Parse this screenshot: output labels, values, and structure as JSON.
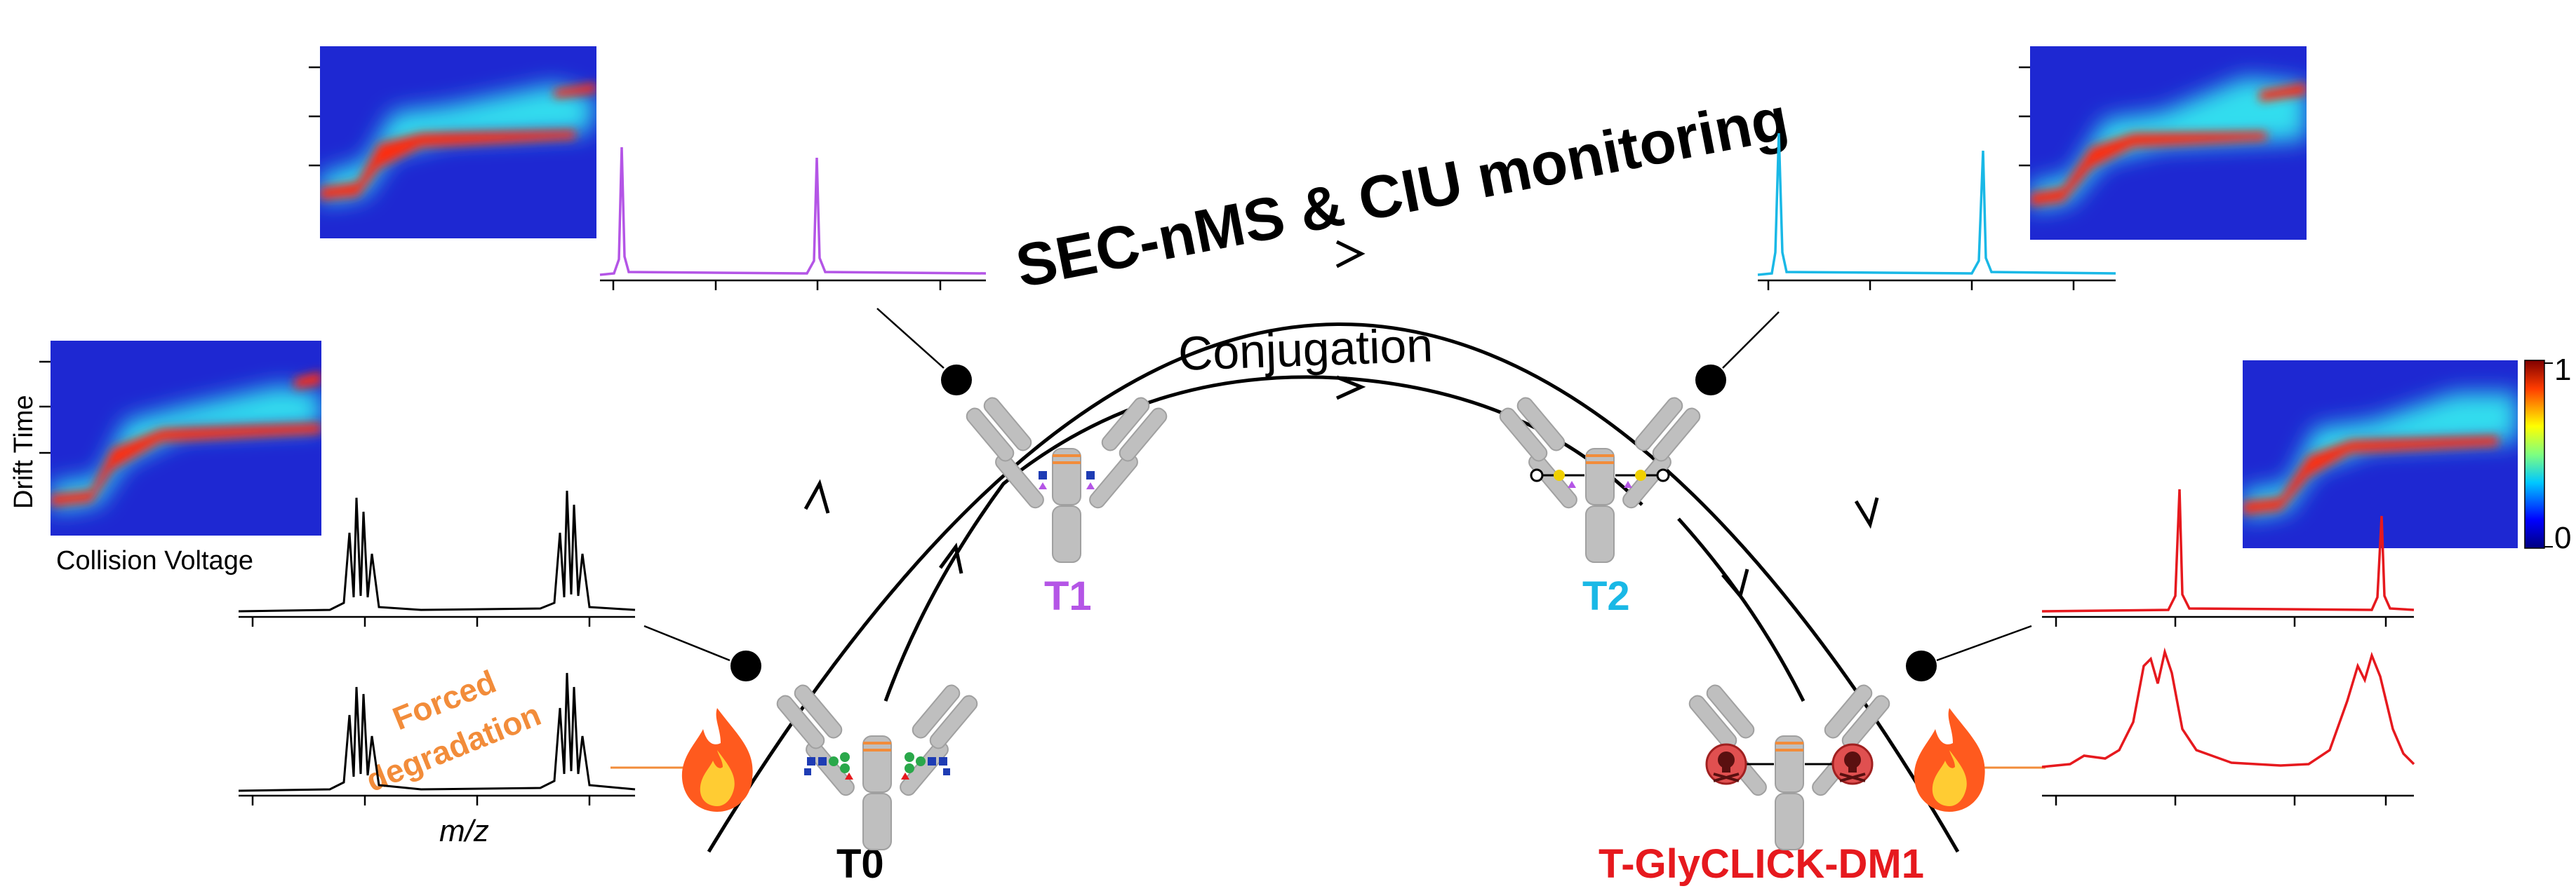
{
  "labels": {
    "arc_outer": "SEC-nMS & CIU monitoring",
    "arc_inner": "Conjugation",
    "t0": "T0",
    "t1": "T1",
    "t2": "T2",
    "adc": "T-GlyCLICK-DM1",
    "forced_line1": "Forced",
    "forced_line2": "degradation",
    "drift_time": "Drift Time",
    "collision_voltage": "Collision Voltage",
    "mz": "m/z",
    "scale_max": "1",
    "scale_min": "0"
  },
  "colors": {
    "t0": "#000000",
    "t1": "#b455e6",
    "t2": "#19b8e6",
    "adc": "#e6191e",
    "forced": "#f28c3a",
    "arc": "#000000",
    "antibody": "#bfbfbf",
    "hinge": "#f28c3a"
  }
}
